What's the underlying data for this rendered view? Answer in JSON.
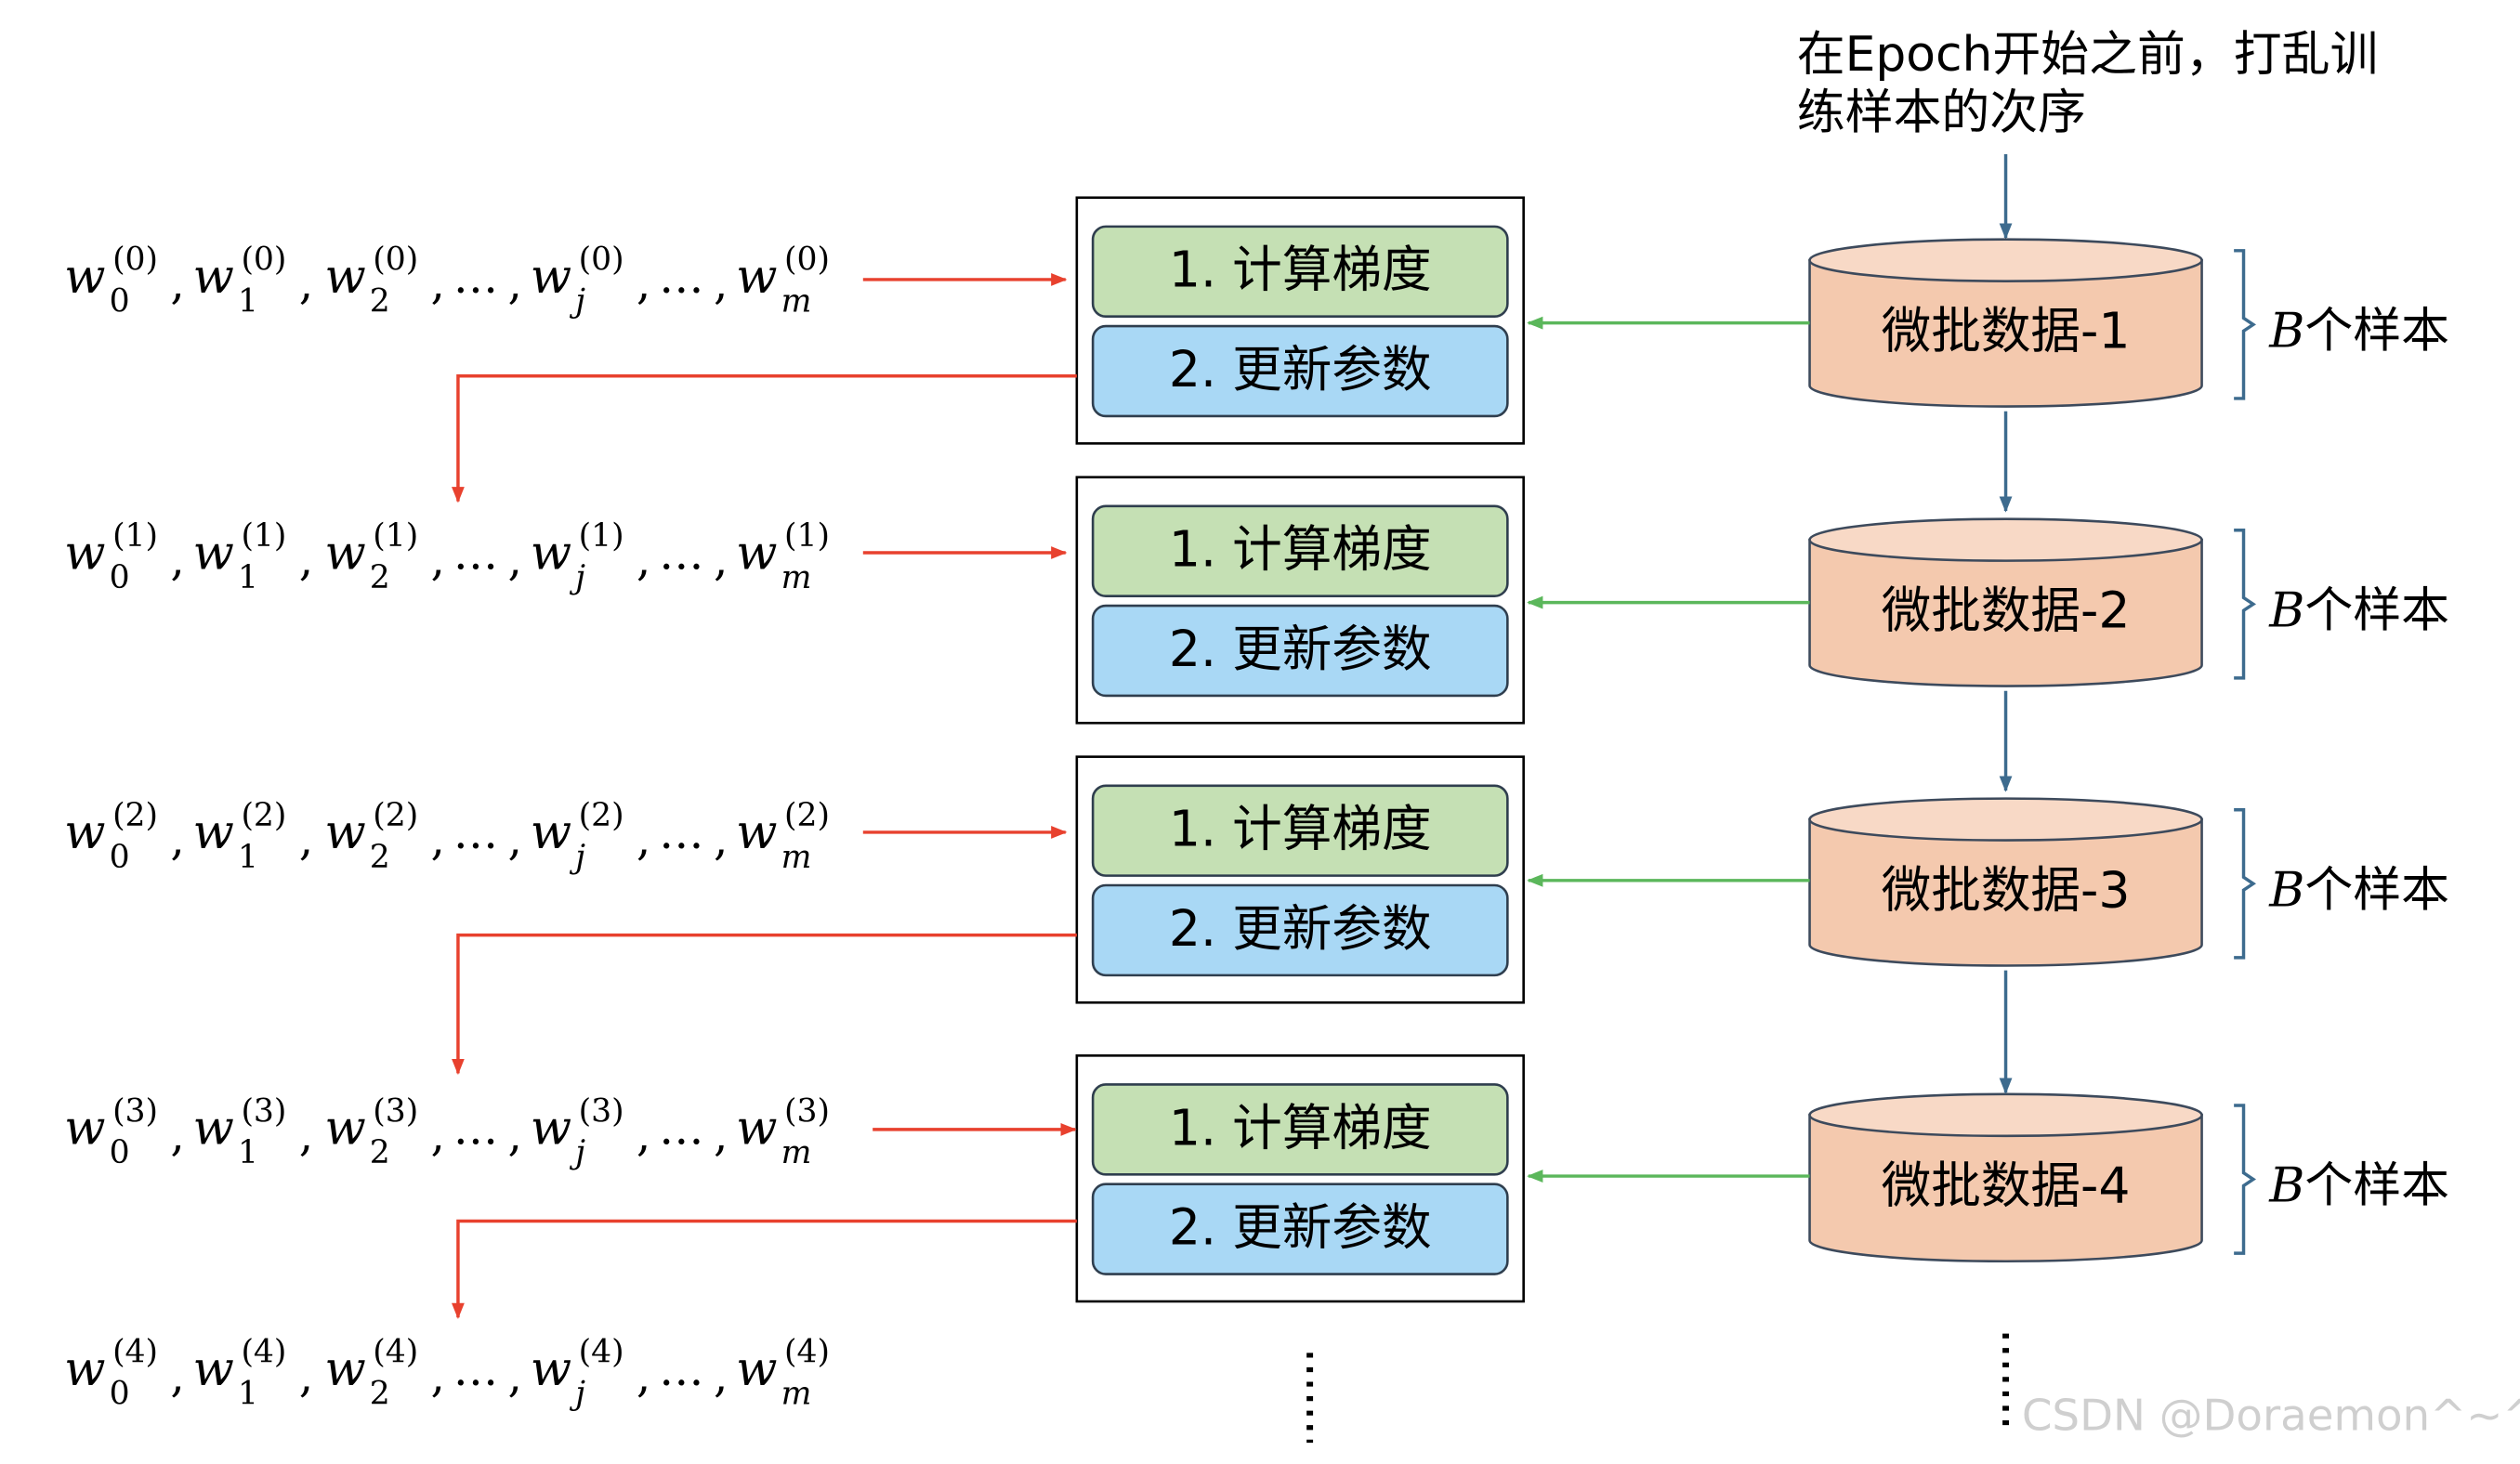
{
  "top_note": {
    "line1": "在Epoch开始之前，打乱训",
    "line2": "练样本的次序"
  },
  "weight_rows": [
    {
      "superscript": "(0)"
    },
    {
      "superscript": "(1)"
    },
    {
      "superscript": "(2)"
    },
    {
      "superscript": "(3)"
    },
    {
      "superscript": "(4)"
    }
  ],
  "weight_symbol": "w",
  "weight_subscripts": [
    "0",
    "1",
    "2",
    "…",
    "j",
    "…",
    "m"
  ],
  "ellipsis": "…",
  "steps": {
    "compute": "1. 计算梯度",
    "update": "2. 更新参数"
  },
  "batches": [
    {
      "label": "微批数据-1"
    },
    {
      "label": "微批数据-2"
    },
    {
      "label": "微批数据-3"
    },
    {
      "label": "微批数据-4"
    }
  ],
  "batch_size": {
    "symbol": "B",
    "text": "个样本"
  },
  "watermark": "CSDN @Doraemon^~^",
  "colors": {
    "red_arrow": "#e8412e",
    "green_arrow": "#5bb75b",
    "blue_arrow": "#3d6b8e",
    "step_green": "#c5e0b4",
    "step_blue": "#a9d8f5",
    "cylinder": "#f4c9ae",
    "cylinder_edge": "#3d4a5c"
  }
}
